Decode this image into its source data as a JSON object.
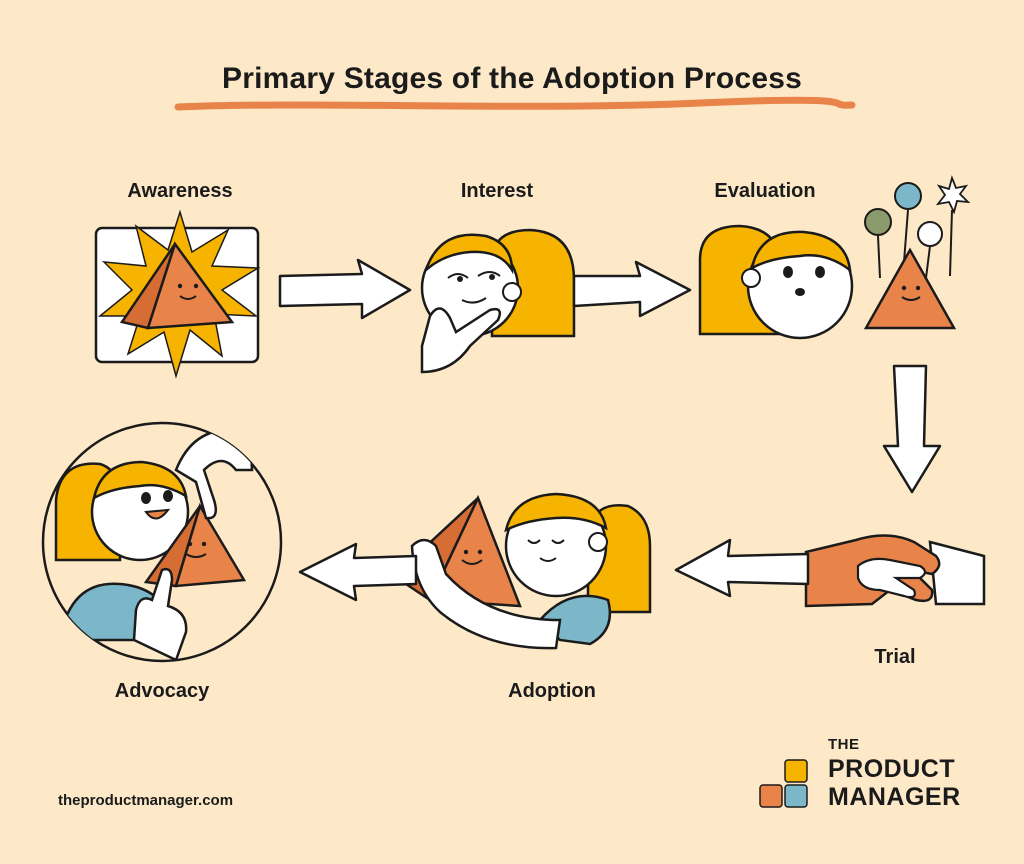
{
  "title": "Primary Stages of the Adoption Process",
  "stages": {
    "awareness": "Awareness",
    "interest": "Interest",
    "evaluation": "Evaluation",
    "trial": "Trial",
    "adoption": "Adoption",
    "advocacy": "Advocacy"
  },
  "footer": {
    "website": "theproductmanager.com"
  },
  "brand": {
    "line1": "THE",
    "line2": "PRODUCT",
    "line3": "MANAGER"
  },
  "colors": {
    "background": "#fde9c8",
    "orange": "#e8844a",
    "yellow": "#f6b300",
    "blue": "#7bb7c8",
    "olive": "#8a9a6b",
    "outline": "#1b1b1b",
    "white": "#ffffff"
  }
}
